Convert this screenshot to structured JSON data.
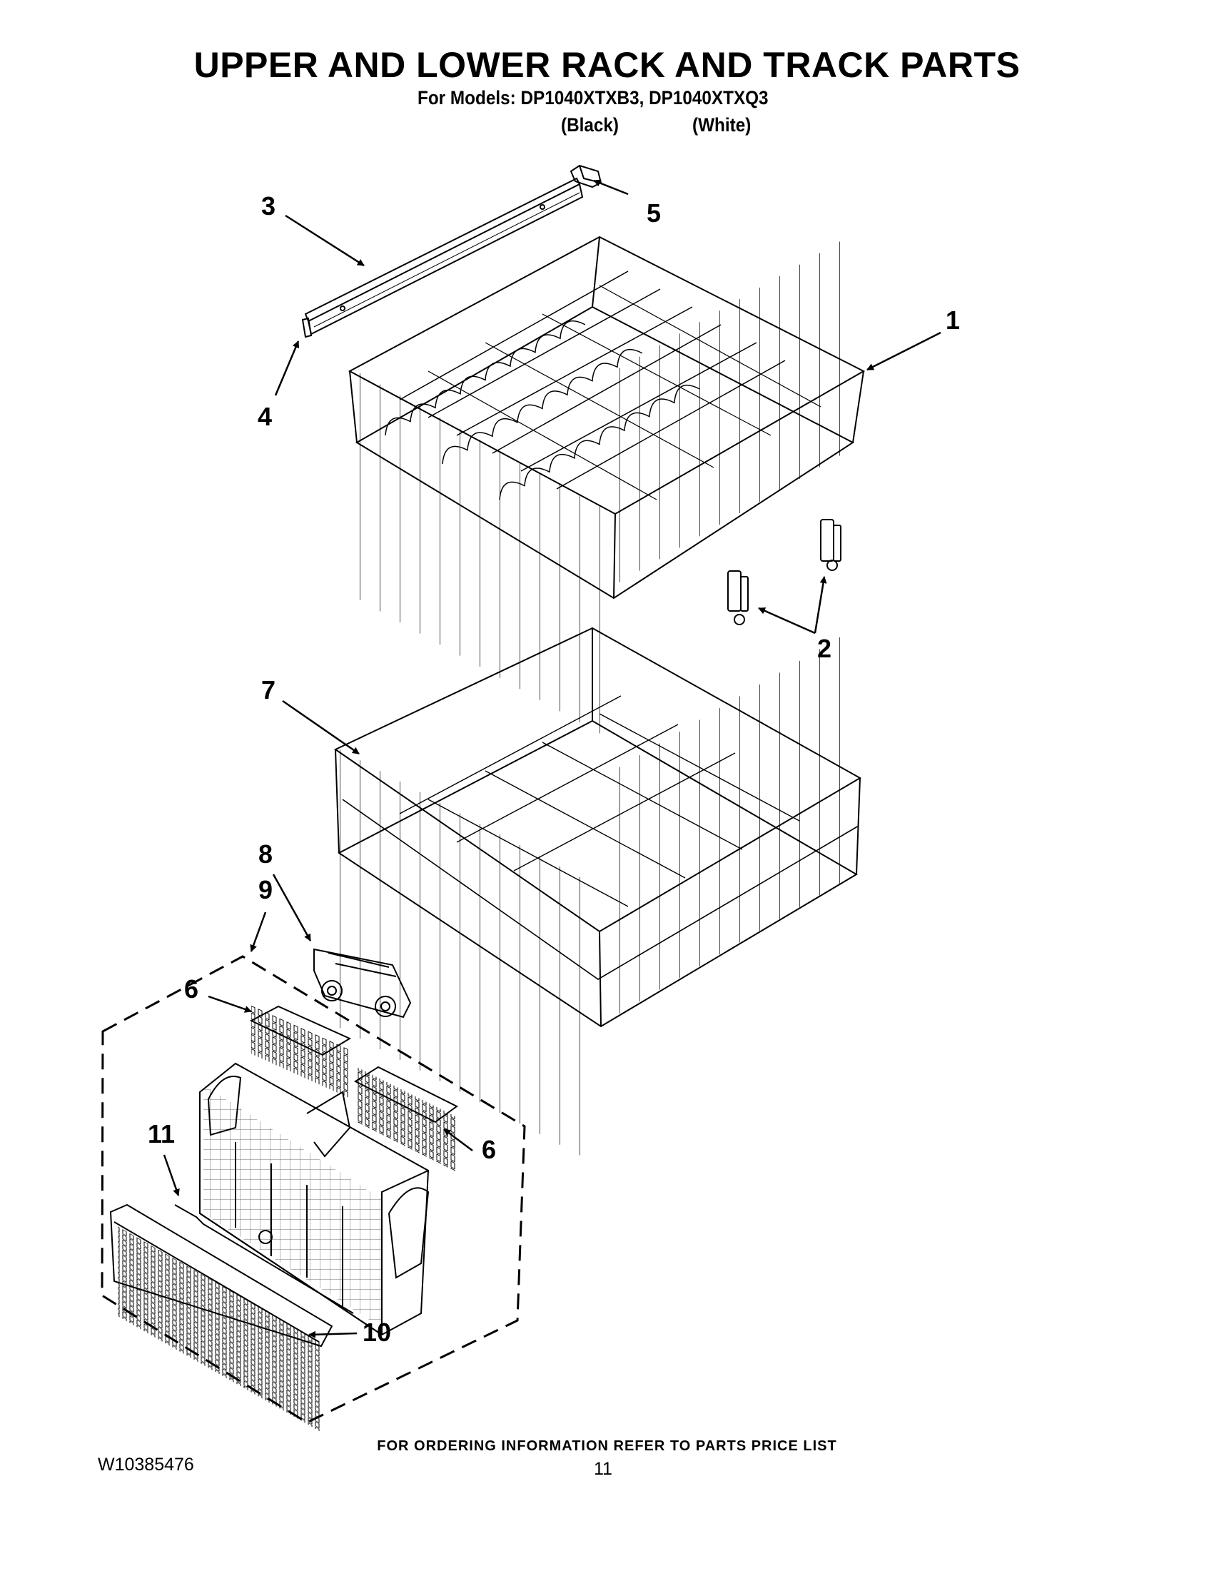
{
  "header": {
    "title": "UPPER  AND LOWER RACK AND TRACK PARTS",
    "subtitle": "For Models: DP1040XTXB3, DP1040XTXQ3",
    "variant_black": "(Black)",
    "variant_white": "(White)"
  },
  "callouts": {
    "c1": "1",
    "c2": "2",
    "c3": "3",
    "c4": "4",
    "c5": "5",
    "c6a": "6",
    "c6b": "6",
    "c7": "7",
    "c8": "8",
    "c9": "9",
    "c10": "10",
    "c11": "11"
  },
  "footer": {
    "ordering_note": "FOR ORDERING INFORMATION REFER TO PARTS PRICE LIST",
    "document_number": "W10385476",
    "page_number": "11"
  }
}
